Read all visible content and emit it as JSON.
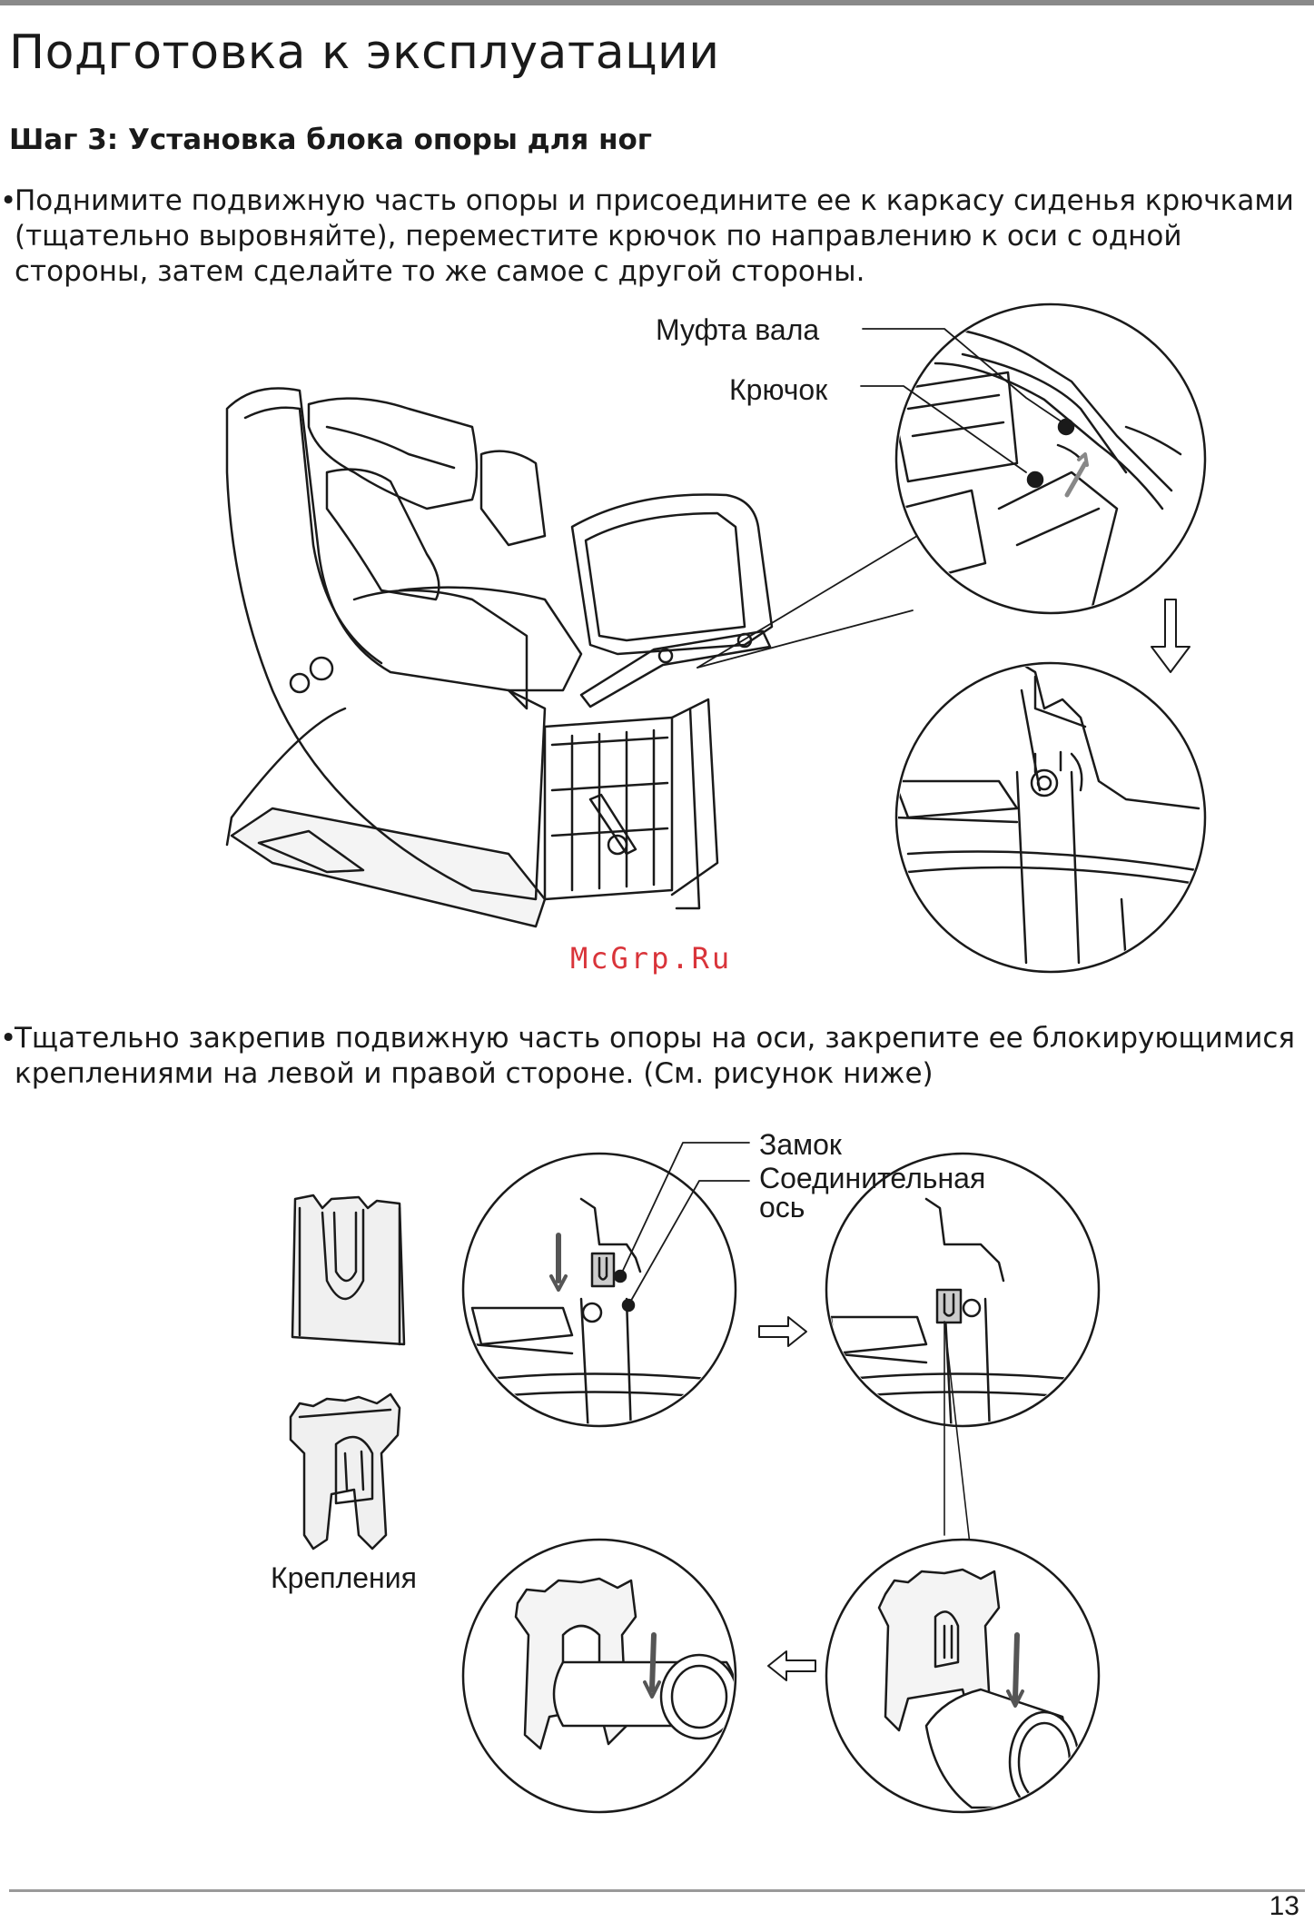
{
  "header": {
    "title": "Подготовка к эксплуатации"
  },
  "step": {
    "heading": "Шаг 3: Установка блока опоры для ног"
  },
  "paragraphs": [
    {
      "bullet": "•",
      "text": "Поднимите подвижную часть опоры  и присоедините ее к каркасу сиденья крючками (тщательно выровняйте), переместите крючок по направлению к оси с одной стороны, затем сделайте то же самое с другой стороны."
    },
    {
      "bullet": "•",
      "text": "Тщательно закрепив подвижную часть опоры на оси, закрепите ее блокирующимися креплениями на левой и правой стороне. (См. рисунок ниже)"
    }
  ],
  "figure1": {
    "labels": {
      "shaft_coupling": "Муфта вала",
      "hook": "Крючок"
    }
  },
  "figure2": {
    "labels": {
      "lock": "Замок",
      "connecting_axis_line1": "Соединительная",
      "connecting_axis_line2": "ось",
      "fasteners": "Крепления"
    }
  },
  "watermark": "McGrp.Ru",
  "footer": {
    "page_number": "13"
  }
}
